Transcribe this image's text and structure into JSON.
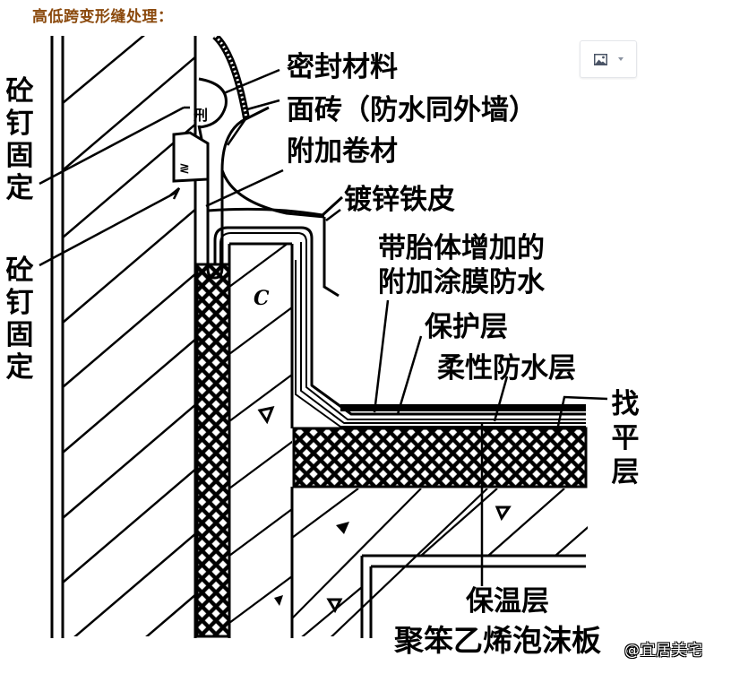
{
  "page": {
    "title": "高低跨变形缝处理："
  },
  "toolbar": {
    "image_button_icon": "image-icon",
    "dropdown_icon": "caret-down-icon"
  },
  "diagram": {
    "labels": {
      "sealant": "密封材料",
      "tile": "面砖（防水同外墙）",
      "extra_membrane": "附加卷材",
      "galvanized_sheet": "镀锌铁皮",
      "reinforced_coating_line1": "带胎体增加的",
      "reinforced_coating_line2": "附加涂膜防水",
      "protective_layer": "保护层",
      "flexible_waterproof": "柔性防水层",
      "leveling_layer": "找平层",
      "insulation_line1": "保温层",
      "insulation_line2": "聚笨乙烯泡沫板",
      "anchor_bolt_1": "砼钉固定",
      "anchor_bolt_2": "砼钉固定"
    },
    "symbols": {
      "concrete_mark_c": "C"
    }
  },
  "watermark": {
    "text": "@宜居美宅"
  },
  "colors": {
    "title": "#8b4a0e",
    "ink": "#000000",
    "background": "#ffffff"
  }
}
